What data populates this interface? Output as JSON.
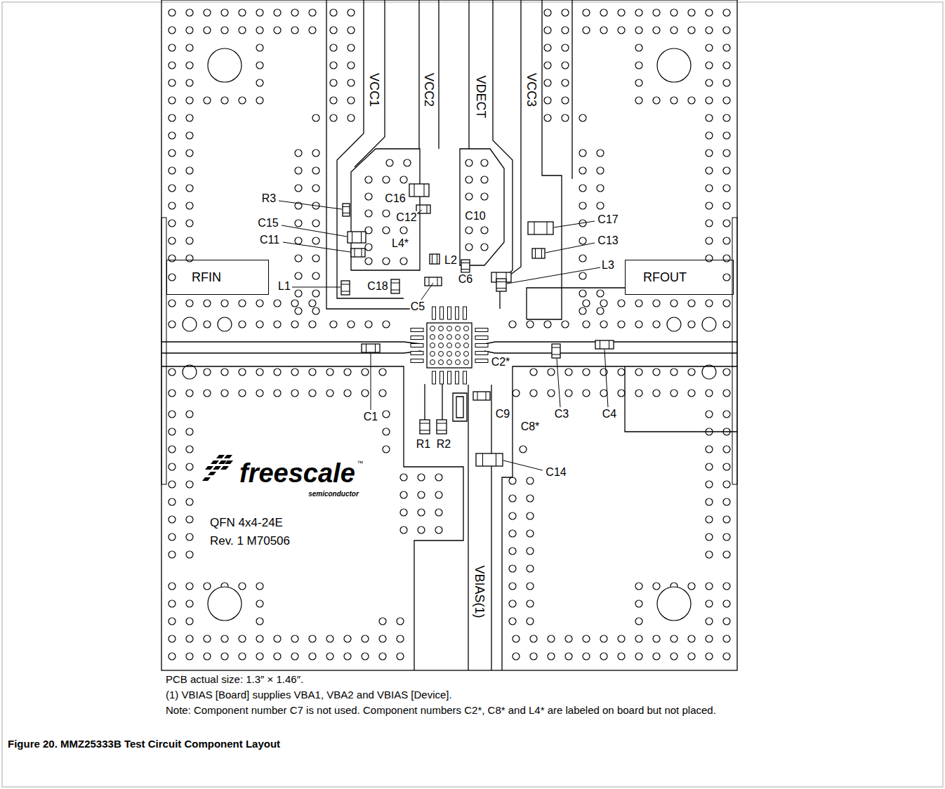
{
  "diagram": {
    "caption": "Figure 20. MMZ25333B Test Circuit Component Layout",
    "nodes": [
      {
        "text": [
          "RFIN"
        ]
      },
      {
        "text": [
          "RFOUT"
        ]
      }
    ],
    "labels": [
      "VCC1",
      "VCC2",
      "VDECT",
      "VCC3",
      "R3",
      "C16",
      "C12",
      "C15",
      "C11",
      "L4*",
      "C10",
      "C17",
      "C13",
      "L2",
      "C6",
      "L1",
      "C18",
      "L3",
      "C5",
      "C2*",
      "C1",
      "C9",
      "C3",
      "C4",
      "C8*",
      "R1",
      "R2",
      "C14",
      "freescale",
      "™",
      "semiconductor",
      "QFN 4x4-24E",
      "Rev. 1 M70506",
      "VBIAS(1)",
      "PCB actual size: 1.3″ × 1.46″.",
      "(1) VBIAS [Board] supplies VBA1, VBA2 and VBIAS [Device].",
      "Note: Component number C7 is not used. Component numbers C2*, C8* and L4* are labeled on board but not placed."
    ]
  }
}
